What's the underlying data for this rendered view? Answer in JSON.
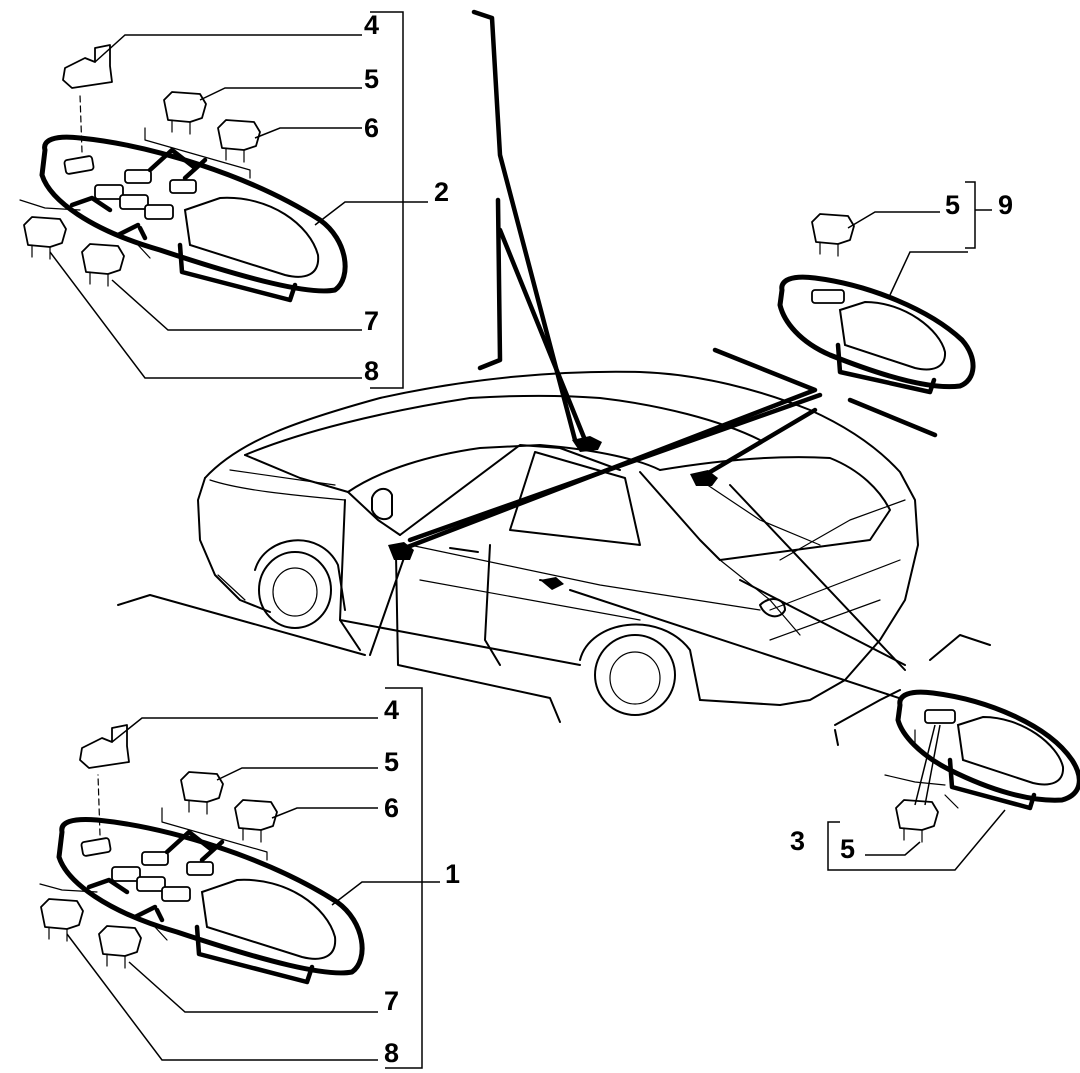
{
  "labels": {
    "tl_4": "4",
    "tl_5": "5",
    "tl_6": "6",
    "tl_2": "2",
    "tl_7": "7",
    "tl_8": "8",
    "bl_4": "4",
    "bl_5": "5",
    "bl_6": "6",
    "bl_1": "1",
    "bl_7": "7",
    "bl_8": "8",
    "tr_5": "5",
    "tr_9": "9",
    "br_3": "3",
    "br_5": "5"
  }
}
